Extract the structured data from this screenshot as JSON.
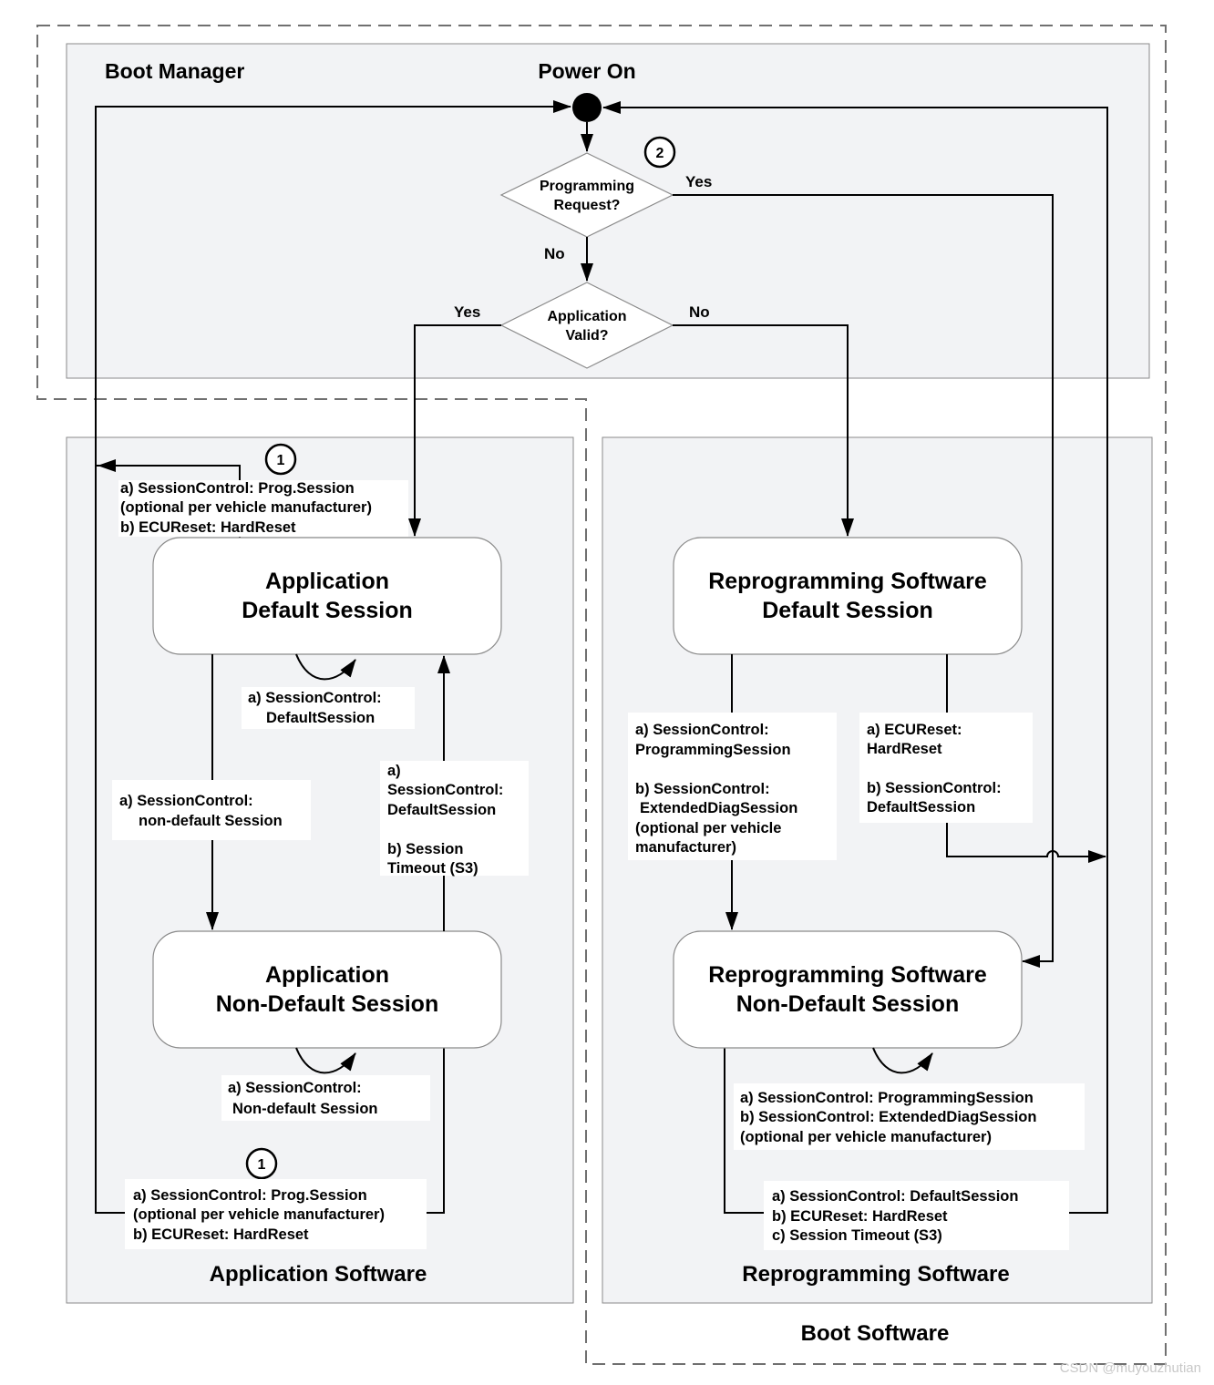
{
  "areas": {
    "boot_manager": "Boot Manager",
    "application_software": "Application Software",
    "reprogramming_software": "Reprogramming Software",
    "boot_software": "Boot Software"
  },
  "power_on": "Power On",
  "decisions": {
    "programming_request": [
      "Programming",
      "Request?"
    ],
    "application_valid": [
      "Application",
      "Valid?"
    ]
  },
  "branch_labels": {
    "programming_yes": "Yes",
    "programming_no": "No",
    "application_yes": "Yes",
    "application_no": "No"
  },
  "markers": {
    "one": "1",
    "two": "2"
  },
  "states": {
    "app_default": [
      "Application",
      "Default Session"
    ],
    "app_non_default": [
      "Application",
      "Non-Default Session"
    ],
    "reprog_default": [
      "Reprogramming Software",
      "Default Session"
    ],
    "reprog_non_default": [
      "Reprogramming Software",
      "Non-Default Session"
    ]
  },
  "transitions": {
    "app_default_to_boot": [
      "a) SessionControl: Prog.Session",
      "(optional per vehicle manufacturer)",
      "b) ECUReset: HardReset"
    ],
    "app_default_self": [
      "a) SessionControl:",
      "DefaultSession"
    ],
    "app_default_to_non_default": [
      "a) SessionControl:",
      "non-default Session"
    ],
    "app_non_default_to_default": [
      "a)",
      "SessionControl:",
      "DefaultSession",
      "",
      "b) Session",
      "Timeout (S3)"
    ],
    "app_non_default_self": [
      "a) SessionControl:",
      "Non-default Session"
    ],
    "app_non_default_to_boot": [
      "a) SessionControl: Prog.Session",
      "(optional per vehicle manufacturer)",
      "b) ECUReset: HardReset"
    ],
    "reprog_default_to_non_default": [
      "a) SessionControl:",
      "ProgrammingSession",
      "",
      "b) SessionControl:",
      "ExtendedDiagSession",
      "(optional per vehicle",
      "manufacturer)"
    ],
    "reprog_default_to_power_on": [
      "a) ECUReset:",
      "HardReset",
      "",
      "b) SessionControl:",
      "DefaultSession"
    ],
    "reprog_non_default_self": [
      "a) SessionControl: ProgrammingSession",
      "b) SessionControl: ExtendedDiagSession",
      "(optional per vehicle manufacturer)"
    ],
    "reprog_non_default_to_power_on": [
      "a) SessionControl: DefaultSession",
      "b) ECUReset: HardReset",
      "c) Session Timeout (S3)"
    ]
  },
  "watermark": "CSDN @muyouzhutian"
}
